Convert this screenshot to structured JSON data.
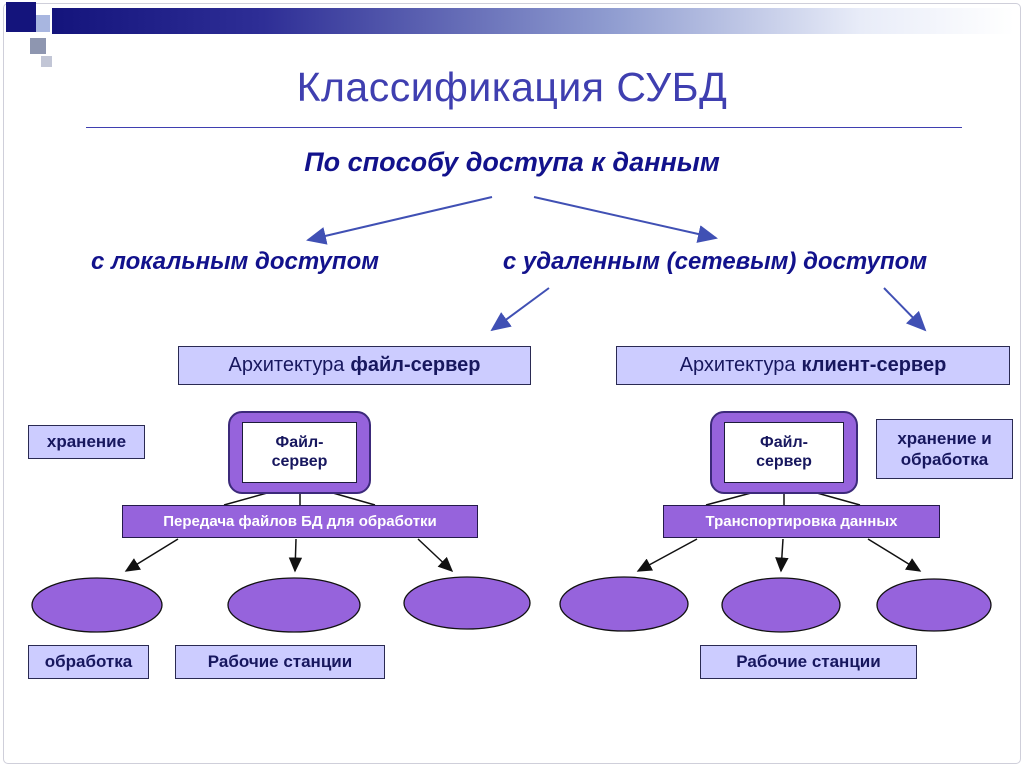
{
  "title": "Классификация СУБД",
  "subtitle": "По способу доступа к данным",
  "branches": {
    "local": "с локальным доступом",
    "remote": "с удаленным (сетевым) доступом"
  },
  "left": {
    "architecture": {
      "prefix": "Архитектура",
      "emphasis": "файл-сервер"
    },
    "storage_label": "хранение",
    "server_node": {
      "line1": "Файл-",
      "line2": "сервер"
    },
    "transfer_label": "Передача файлов БД для обработки",
    "processing_label": "обработка",
    "workstations_label": "Рабочие станции"
  },
  "right": {
    "architecture": {
      "prefix": "Архитектура",
      "emphasis": "клиент-сервер"
    },
    "server_node": {
      "line1": "Файл-",
      "line2": "сервер"
    },
    "storage_label": "хранение и обработка",
    "transfer_label": "Транспортировка данных",
    "workstations_label": "Рабочие станции"
  },
  "colors": {
    "title_blue": "#3f3fb0",
    "navy_text": "#12128c",
    "purple_fill": "#9663dc",
    "lavender_fill": "#ccccff",
    "arrow_blue": "#4050b4",
    "header_navy": "#14147c"
  }
}
